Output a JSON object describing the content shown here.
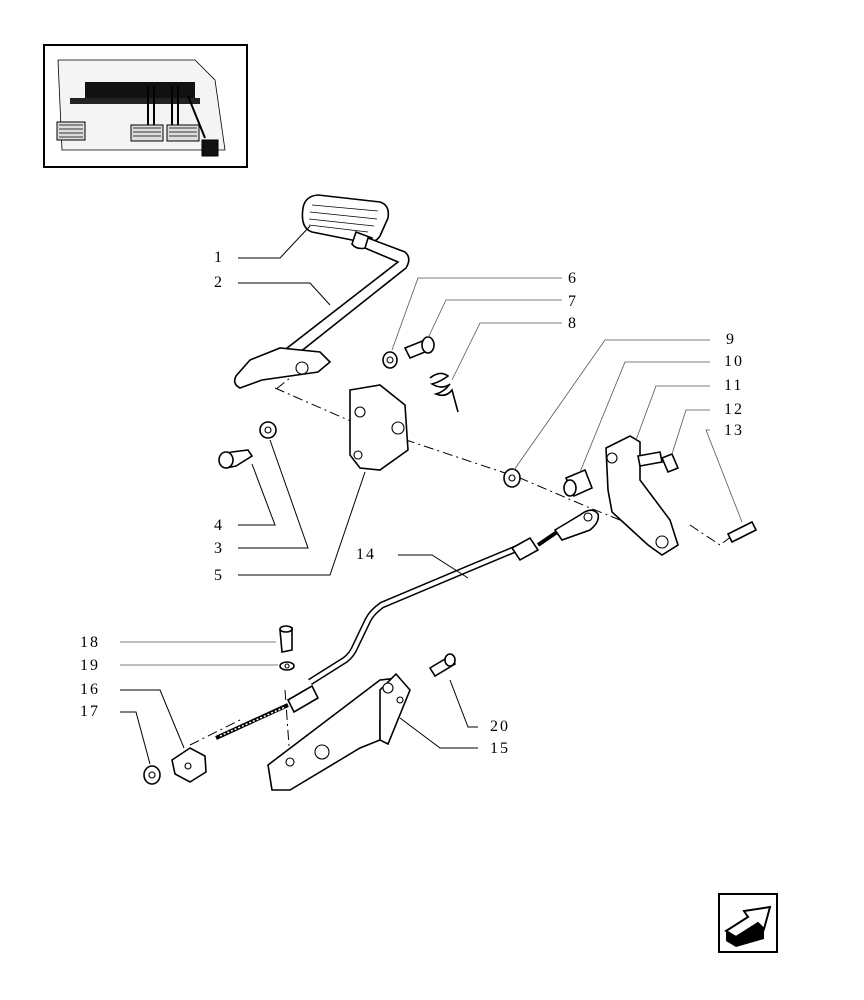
{
  "diagram": {
    "callouts": [
      "1",
      "2",
      "3",
      "4",
      "5",
      "6",
      "7",
      "8",
      "9",
      "10",
      "11",
      "12",
      "13",
      "14",
      "15",
      "16",
      "17",
      "18",
      "19",
      "20"
    ]
  },
  "inset": {
    "icon": "tractor-cab-pedals-thumbnail"
  },
  "navigation": {
    "icon": "arrow-next-page-icon"
  }
}
